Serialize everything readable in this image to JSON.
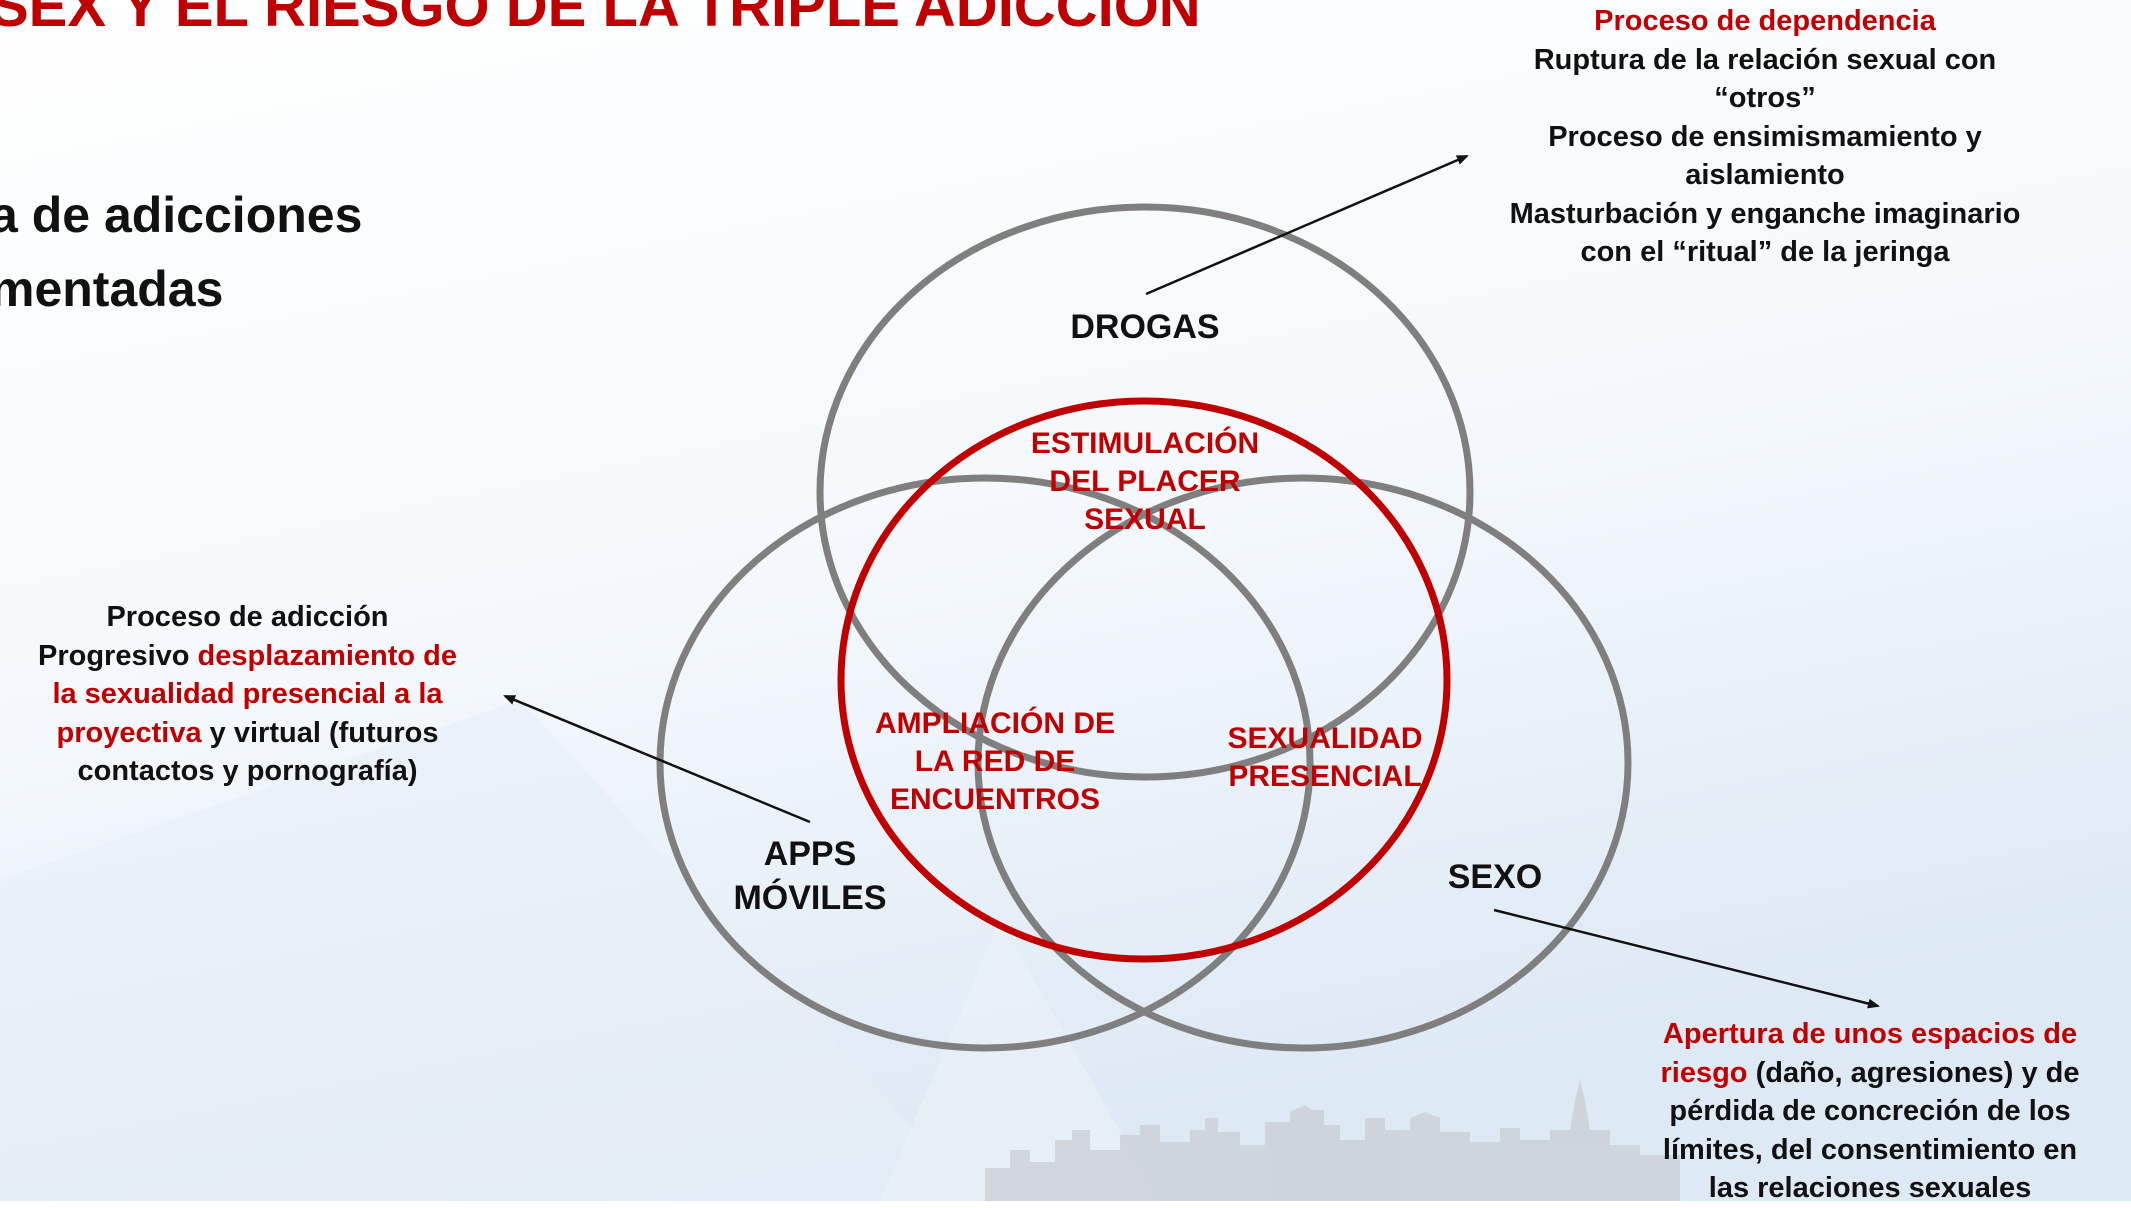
{
  "title": "SEX Y EL RIESGO DE LA TRIPLE ADICCIÓN",
  "heading": {
    "line1": "a de adicciones",
    "line2": "mentadas"
  },
  "circles": {
    "drogas": "DROGAS",
    "apps": "APPS\nMÓVILES",
    "sexo": "SEXO"
  },
  "overlaps": {
    "estimulacion": "ESTIMULACIÓN\nDEL PLACER\nSEXUAL",
    "ampliacion": "AMPLIACIÓN DE\nLA RED DE\nENCUENTROS",
    "sexualidad": "SEXUALIDAD\nPRESENCIAL"
  },
  "notes": {
    "dependencia": {
      "title": "Proceso de dependencia",
      "line1": "Ruptura de la relación sexual con",
      "line2": "“otros”",
      "line3": "Proceso de ensimismamiento y",
      "line4": "aislamiento",
      "line5": "Masturbación y enganche imaginario",
      "line6": "con el “ritual” de la jeringa"
    },
    "adiccion": {
      "line1": "Proceso de adicción",
      "line2a": "Progresivo ",
      "line2b": "desplazamiento de",
      "line3": "la sexualidad presencial a la",
      "line4a": "proyectiva",
      "line4b": " y virtual (futuros",
      "line5": "contactos y pornografía)"
    },
    "apertura": {
      "line1": "Apertura de unos espacios de",
      "line2a": "riesgo",
      "line2b": " (daño, agresiones) y de",
      "line3": "pérdida de concreción de los",
      "line4": "límites, del consentimiento en",
      "line5": "las relaciones sexuales"
    }
  },
  "colors": {
    "accent": "#c00000",
    "circle_gray": "#7f7f7f",
    "text": "#111111"
  }
}
